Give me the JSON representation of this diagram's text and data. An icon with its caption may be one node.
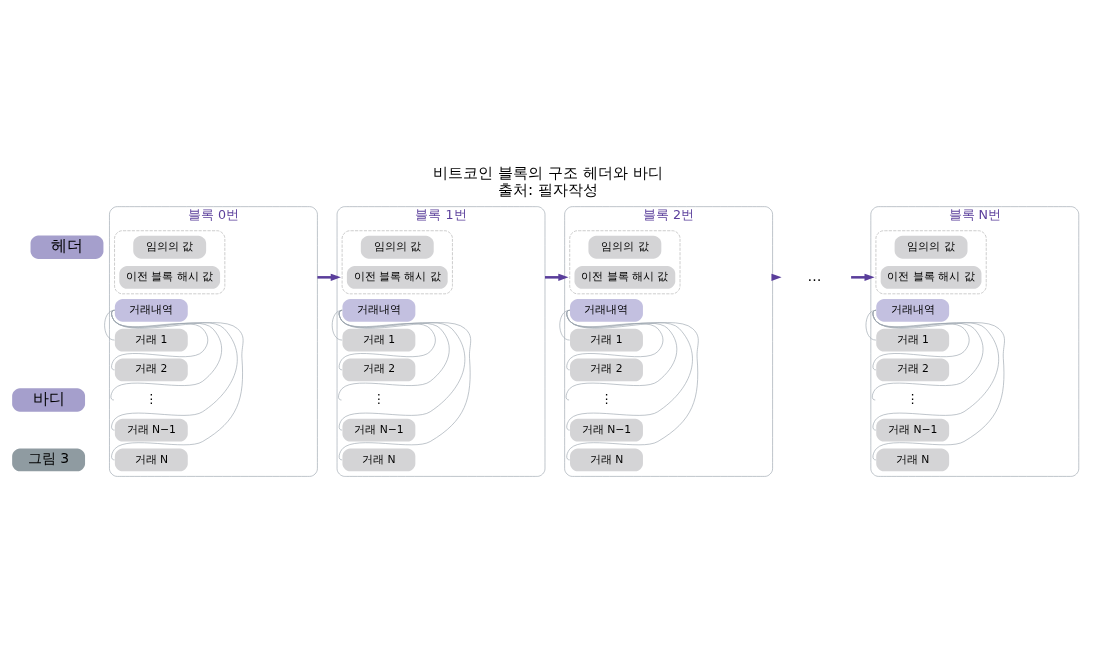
{
  "diagram": {
    "title": "비트코인 블록의 구조 헤더와 바디",
    "caption": "출처: 필자작성",
    "labels": [
      "그림 3"
    ],
    "nodes": [
      {
        "text": [
          "헤더"
        ]
      },
      {
        "text": [
          "바디"
        ]
      },
      {
        "text": [
          "블록 0번"
        ]
      },
      {
        "text": [],
        "shape": "box",
        "in": 2
      },
      {
        "text": [
          "임의의 값"
        ],
        "in": 3
      },
      {
        "text": [
          "이전 블록 해시 값"
        ],
        "in": 3
      },
      {
        "text": [
          "거래내역"
        ],
        "in": 2
      },
      {
        "text": [
          "거래 1"
        ],
        "in": 2
      },
      {
        "text": [
          "거래 2"
        ],
        "in": 2
      },
      {
        "text": [
          "⋮"
        ],
        "in": 2
      },
      {
        "text": [
          "거래 N−1"
        ],
        "in": 2
      },
      {
        "text": [
          "거래 N"
        ],
        "in": 2
      },
      {
        "text": [
          "블록 1번"
        ]
      },
      {
        "text": [],
        "shape": "box",
        "in": 12
      },
      {
        "text": [
          "임의의 값"
        ],
        "in": 13
      },
      {
        "text": [
          "이전 블록 해시 값"
        ],
        "in": 13
      },
      {
        "text": [
          "거래내역"
        ],
        "in": 12
      },
      {
        "text": [
          "거래 1"
        ],
        "in": 12
      },
      {
        "text": [
          "거래 2"
        ],
        "in": 12
      },
      {
        "text": [
          "⋮"
        ],
        "in": 12
      },
      {
        "text": [
          "거래 N−1"
        ],
        "in": 12
      },
      {
        "text": [
          "거래 N"
        ],
        "in": 12
      },
      {
        "text": [
          "블록 2번"
        ]
      },
      {
        "text": [],
        "shape": "box",
        "in": 22
      },
      {
        "text": [
          "임의의 값"
        ],
        "in": 23
      },
      {
        "text": [
          "이전 블록 해시 값"
        ],
        "in": 23
      },
      {
        "text": [
          "거래내역"
        ],
        "in": 22
      },
      {
        "text": [
          "거래 1"
        ],
        "in": 22
      },
      {
        "text": [
          "거래 2"
        ],
        "in": 22
      },
      {
        "text": [
          "⋮"
        ],
        "in": 22
      },
      {
        "text": [
          "거래 N−1"
        ],
        "in": 22
      },
      {
        "text": [
          "거래 N"
        ],
        "in": 22
      },
      {
        "text": [
          "…"
        ]
      },
      {
        "text": [
          "블록 N번"
        ]
      },
      {
        "text": [],
        "shape": "box",
        "in": 33
      },
      {
        "text": [
          "임의의 값"
        ],
        "in": 34
      },
      {
        "text": [
          "이전 블록 해시 값"
        ],
        "in": 34
      },
      {
        "text": [
          "거래내역"
        ],
        "in": 33
      },
      {
        "text": [
          "거래 1"
        ],
        "in": 33
      },
      {
        "text": [
          "거래 2"
        ],
        "in": 33
      },
      {
        "text": [
          "⋮"
        ],
        "in": 33
      },
      {
        "text": [
          "거래 N−1"
        ],
        "in": 33
      },
      {
        "text": [
          "거래 N"
        ],
        "in": 33
      }
    ],
    "edges": [
      {
        "from": 2,
        "to": 12,
        "arrow": "to",
        "style": "thick",
        "color": "#5a3e9b"
      },
      {
        "from": 12,
        "to": 22,
        "arrow": "to",
        "style": "thick",
        "color": "#5a3e9b"
      },
      {
        "from": 22,
        "to": 32,
        "arrow": "to",
        "style": "thick",
        "color": "#5a3e9b"
      },
      {
        "from": 32,
        "to": 33,
        "arrow": "to",
        "style": "thick",
        "color": "#5a3e9b"
      },
      {
        "from": 6,
        "to": 7,
        "arrow": "none"
      },
      {
        "from": 6,
        "to": 8,
        "arrow": "none"
      },
      {
        "from": 6,
        "to": 9,
        "arrow": "none"
      },
      {
        "from": 6,
        "to": 10,
        "arrow": "none"
      },
      {
        "from": 6,
        "to": 11,
        "arrow": "none"
      },
      {
        "from": 16,
        "to": 17,
        "arrow": "none"
      },
      {
        "from": 16,
        "to": 18,
        "arrow": "none"
      },
      {
        "from": 16,
        "to": 19,
        "arrow": "none"
      },
      {
        "from": 16,
        "to": 20,
        "arrow": "none"
      },
      {
        "from": 16,
        "to": 21,
        "arrow": "none"
      },
      {
        "from": 26,
        "to": 27,
        "arrow": "none"
      },
      {
        "from": 26,
        "to": 28,
        "arrow": "none"
      },
      {
        "from": 26,
        "to": 29,
        "arrow": "none"
      },
      {
        "from": 26,
        "to": 30,
        "arrow": "none"
      },
      {
        "from": 26,
        "to": 31,
        "arrow": "none"
      },
      {
        "from": 37,
        "to": 38,
        "arrow": "none"
      },
      {
        "from": 37,
        "to": 39,
        "arrow": "none"
      },
      {
        "from": 37,
        "to": 40,
        "arrow": "none"
      },
      {
        "from": 37,
        "to": 41,
        "arrow": "none"
      },
      {
        "from": 37,
        "to": 42,
        "arrow": "none"
      }
    ]
  }
}
